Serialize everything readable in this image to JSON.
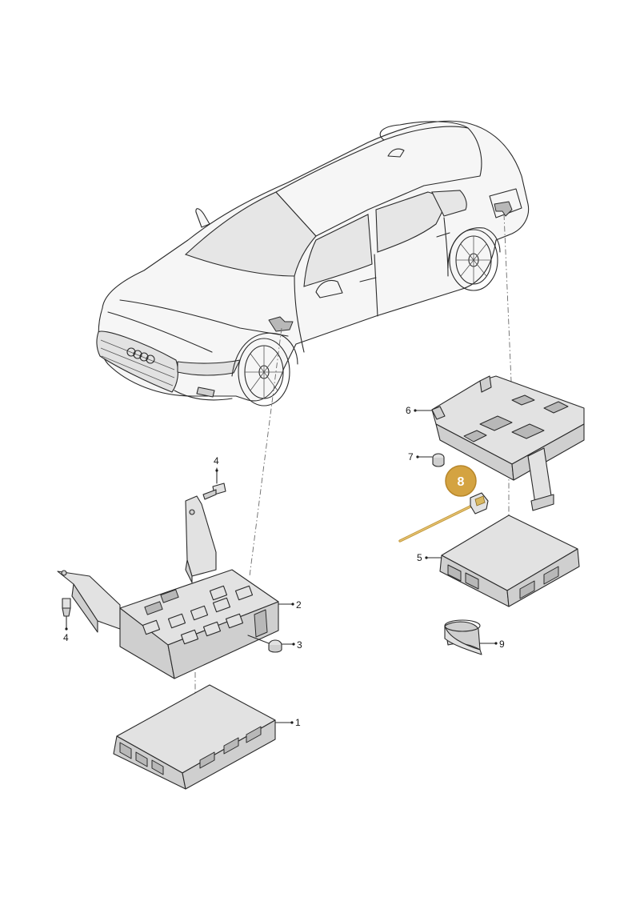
{
  "callouts": [
    {
      "id": "1",
      "label": "1"
    },
    {
      "id": "2",
      "label": "2"
    },
    {
      "id": "3",
      "label": "3"
    },
    {
      "id": "4a",
      "label": "4"
    },
    {
      "id": "4b",
      "label": "4"
    },
    {
      "id": "5",
      "label": "5"
    },
    {
      "id": "6",
      "label": "6"
    },
    {
      "id": "7",
      "label": "7"
    },
    {
      "id": "9",
      "label": "9"
    }
  ],
  "highlight": {
    "label": "8",
    "color": "#d4a341"
  }
}
